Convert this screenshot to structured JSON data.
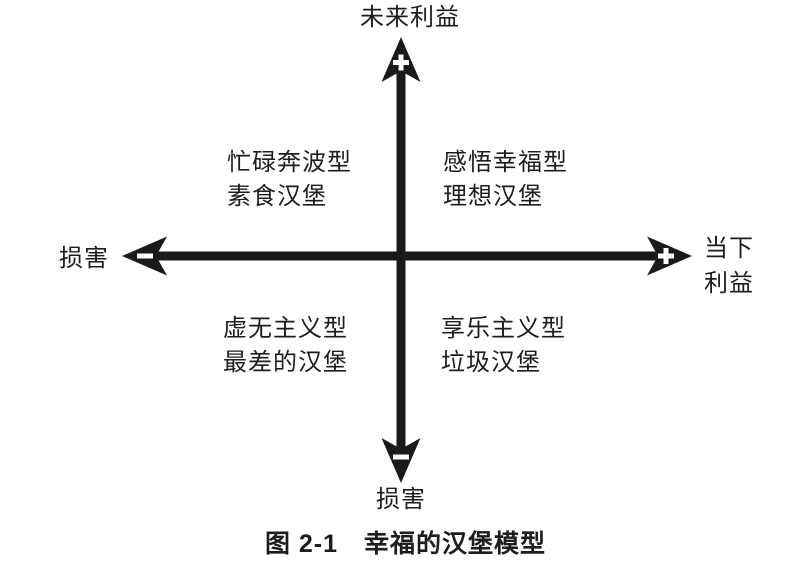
{
  "diagram": {
    "axes": {
      "top_label": "未来利益",
      "right_label_line1": "当下",
      "right_label_line2": "利益",
      "left_label": "损害",
      "bottom_label": "损害",
      "signs": {
        "top": "+",
        "right": "+",
        "left": "−",
        "bottom": "−"
      }
    },
    "quadrants": {
      "top_left": {
        "line1": "忙碌奔波型",
        "line2": "素食汉堡"
      },
      "top_right": {
        "line1": "感悟幸福型",
        "line2": "理想汉堡"
      },
      "bottom_left": {
        "line1": "虚无主义型",
        "line2": "最差的汉堡"
      },
      "bottom_right": {
        "line1": "享乐主义型",
        "line2": "垃圾汉堡"
      }
    },
    "caption": {
      "figure_number": "图 2-1",
      "title": "幸福的汉堡模型"
    },
    "colors": {
      "ink": "#1a1a1a",
      "background": "#ffffff"
    }
  }
}
